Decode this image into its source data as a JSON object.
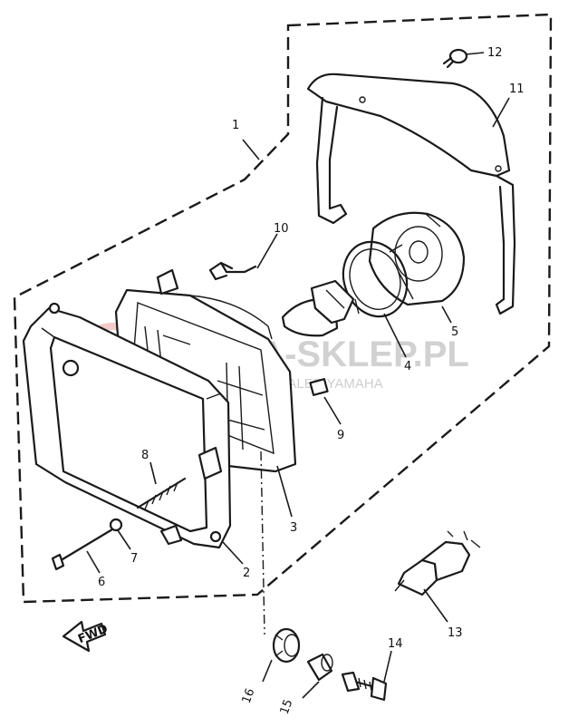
{
  "watermark": {
    "brand": "YAMA-SKLEP.PL",
    "tagline": "WONG...WIZ | DEALER YAMAHA",
    "accent_color": "#e8a0a0"
  },
  "fwd_arrow": {
    "label": "FWD"
  },
  "callouts": [
    {
      "id": "c1",
      "label": "1"
    },
    {
      "id": "c2",
      "label": "2"
    },
    {
      "id": "c3",
      "label": "3"
    },
    {
      "id": "c4",
      "label": "4"
    },
    {
      "id": "c5",
      "label": "5"
    },
    {
      "id": "c6",
      "label": "6"
    },
    {
      "id": "c7",
      "label": "7"
    },
    {
      "id": "c8",
      "label": "8"
    },
    {
      "id": "c9",
      "label": "9"
    },
    {
      "id": "c10",
      "label": "10"
    },
    {
      "id": "c11",
      "label": "11"
    },
    {
      "id": "c12",
      "label": "12"
    },
    {
      "id": "c13",
      "label": "13"
    },
    {
      "id": "c14",
      "label": "14"
    },
    {
      "id": "c15",
      "label": "15"
    },
    {
      "id": "c16",
      "label": "16"
    }
  ]
}
